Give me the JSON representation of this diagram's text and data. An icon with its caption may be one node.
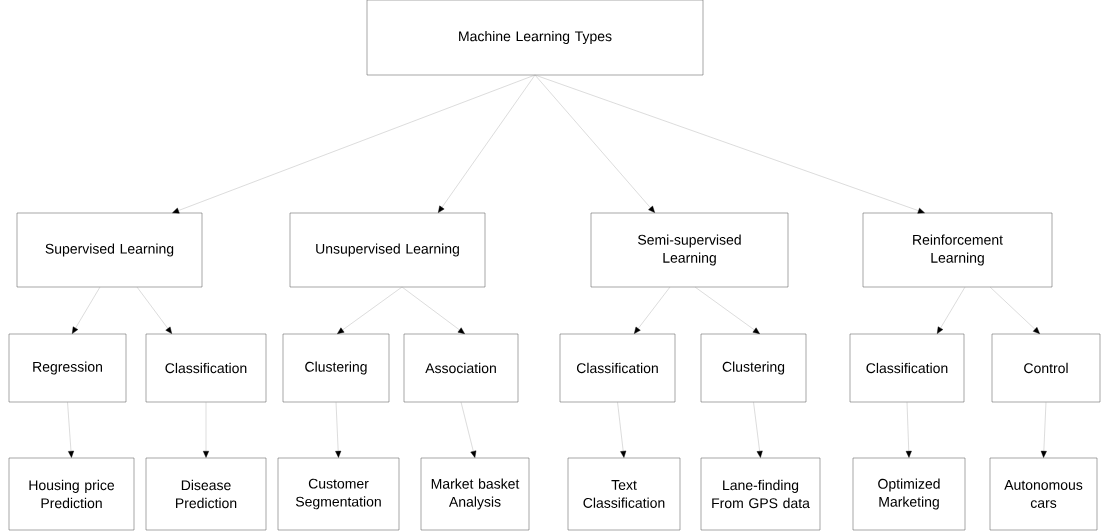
{
  "diagram": {
    "nodes": [
      {
        "text": [
          "Machine Learning Types"
        ]
      },
      {
        "text": [
          "Supervised Learning"
        ]
      },
      {
        "text": [
          "Unsupervised Learning"
        ]
      },
      {
        "text": [
          "Semi-supervised Learning"
        ]
      },
      {
        "text": [
          "Reinforcement Learning"
        ]
      },
      {
        "text": [
          "Regression"
        ]
      },
      {
        "text": [
          "Classification"
        ]
      },
      {
        "text": [
          "Clustering"
        ]
      },
      {
        "text": [
          "Association"
        ]
      },
      {
        "text": [
          "Classification"
        ]
      },
      {
        "text": [
          "Clustering"
        ]
      },
      {
        "text": [
          "Classification"
        ]
      },
      {
        "text": [
          "Control"
        ]
      },
      {
        "text": [
          "Housing price Prediction"
        ]
      },
      {
        "text": [
          "Disease Prediction"
        ]
      },
      {
        "text": [
          "Customer Segmentation"
        ]
      },
      {
        "text": [
          "Market basket Analysis"
        ]
      },
      {
        "text": [
          "Text Classification"
        ]
      },
      {
        "text": [
          "Lane-finding From GPS data"
        ]
      },
      {
        "text": [
          "Optimized Marketing"
        ]
      },
      {
        "text": [
          "Autonomous cars"
        ]
      }
    ],
    "edges": [
      {
        "from": 0,
        "to": 1,
        "arrow": "to"
      },
      {
        "from": 0,
        "to": 2,
        "arrow": "to"
      },
      {
        "from": 0,
        "to": 3,
        "arrow": "to"
      },
      {
        "from": 0,
        "to": 4,
        "arrow": "to"
      },
      {
        "from": 1,
        "to": 5,
        "arrow": "to"
      },
      {
        "from": 1,
        "to": 6,
        "arrow": "to"
      },
      {
        "from": 2,
        "to": 7,
        "arrow": "to"
      },
      {
        "from": 2,
        "to": 8,
        "arrow": "to"
      },
      {
        "from": 3,
        "to": 9,
        "arrow": "to"
      },
      {
        "from": 3,
        "to": 10,
        "arrow": "to"
      },
      {
        "from": 4,
        "to": 11,
        "arrow": "to"
      },
      {
        "from": 4,
        "to": 12,
        "arrow": "to"
      },
      {
        "from": 5,
        "to": 13,
        "arrow": "to"
      },
      {
        "from": 6,
        "to": 14,
        "arrow": "to"
      },
      {
        "from": 7,
        "to": 15,
        "arrow": "to"
      },
      {
        "from": 8,
        "to": 16,
        "arrow": "to"
      },
      {
        "from": 9,
        "to": 17,
        "arrow": "to"
      },
      {
        "from": 10,
        "to": 18,
        "arrow": "to"
      },
      {
        "from": 11,
        "to": 19,
        "arrow": "to"
      },
      {
        "from": 12,
        "to": 20,
        "arrow": "to"
      }
    ]
  }
}
